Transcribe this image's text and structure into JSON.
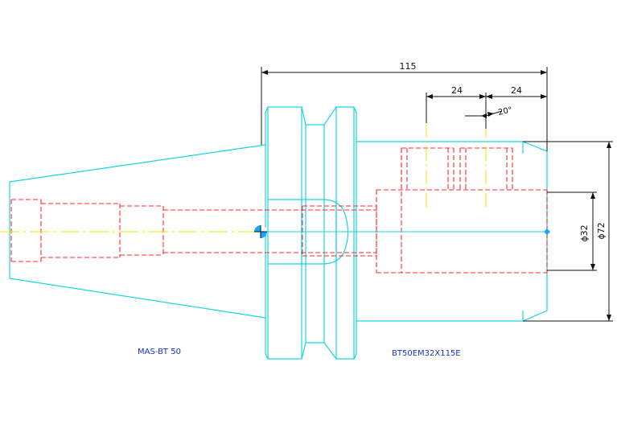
{
  "drawing": {
    "labels": {
      "left_label": "MAS-BT 50",
      "right_label": "BT50EM32X115E"
    },
    "dimensions": {
      "overall_length": "115",
      "segment_a": "24",
      "segment_b": "24",
      "angle": "20°",
      "bore_diameter": "ϕ32",
      "outer_diameter": "ϕ72"
    },
    "colors": {
      "outline": "#18d6df",
      "hidden": "#ff2a2a",
      "centerline": "#f2e400",
      "dimension": "#111111",
      "text_blue": "#1630d6",
      "marker": "#11a8ff"
    }
  }
}
